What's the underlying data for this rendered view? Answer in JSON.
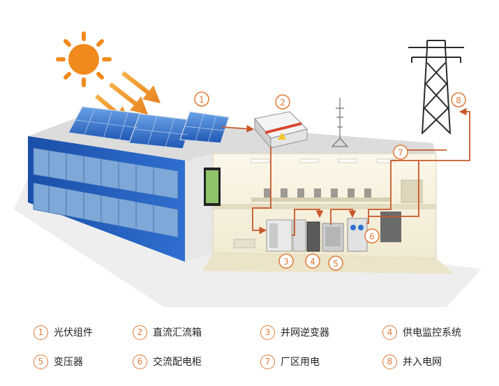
{
  "legend": {
    "items": [
      {
        "num": "1",
        "label": "光伏组件"
      },
      {
        "num": "2",
        "label": "直流汇流箱"
      },
      {
        "num": "3",
        "label": "并网逆变器"
      },
      {
        "num": "4",
        "label": "供电监控系统"
      },
      {
        "num": "5",
        "label": "变压器"
      },
      {
        "num": "6",
        "label": "交流配电柜"
      },
      {
        "num": "7",
        "label": "厂区用电"
      },
      {
        "num": "8",
        "label": "并入电网"
      }
    ]
  },
  "colors": {
    "accent": "#e07a35",
    "building_blue": "#1c5bb5",
    "sun": "#f08a1c"
  }
}
